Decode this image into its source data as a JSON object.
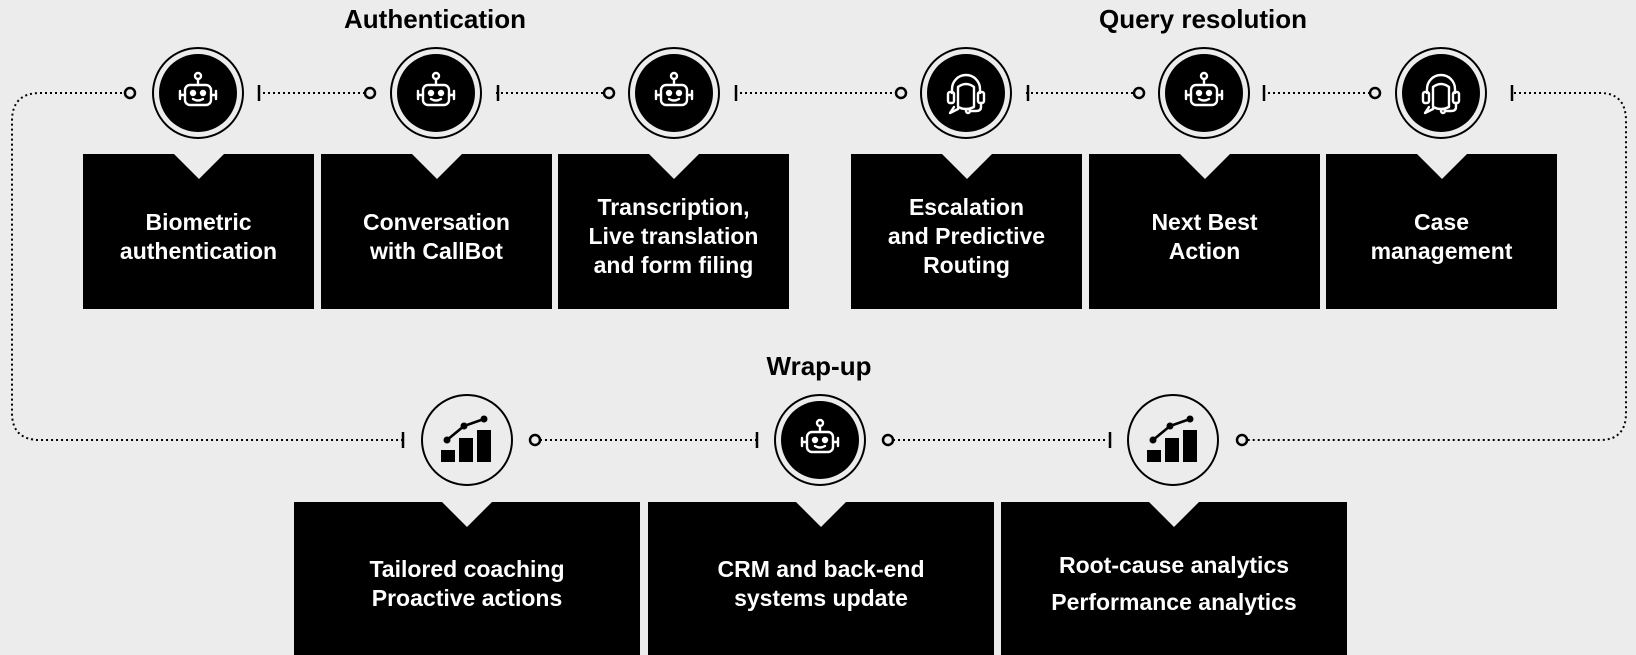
{
  "sections": {
    "authentication": "Authentication",
    "query_resolution": "Query resolution",
    "wrap_up": "Wrap-up"
  },
  "icons": {
    "robot": "robot-icon",
    "headset": "headset-agent-icon",
    "analytics": "analytics-chart-icon"
  },
  "top_steps": [
    {
      "lines": [
        "Biometric",
        "authentication"
      ],
      "icon": "robot"
    },
    {
      "lines": [
        "Conversation",
        "with CallBot"
      ],
      "icon": "robot"
    },
    {
      "lines": [
        "Transcription,",
        "Live translation",
        "and form filing"
      ],
      "icon": "robot"
    },
    {
      "lines": [
        "Escalation",
        "and Predictive",
        "Routing"
      ],
      "icon": "headset"
    },
    {
      "lines": [
        "Next Best",
        "Action"
      ],
      "icon": "robot"
    },
    {
      "lines": [
        "Case",
        "management"
      ],
      "icon": "headset"
    }
  ],
  "bottom_steps": [
    {
      "lines": [
        "Tailored coaching",
        "Proactive actions"
      ],
      "icon": "analytics"
    },
    {
      "lines": [
        "CRM and back-end",
        "systems update"
      ],
      "icon": "robot"
    },
    {
      "lines": [
        "Root-cause analytics",
        "Performance analytics"
      ],
      "icon": "analytics"
    }
  ],
  "colors": {
    "background": "#ececec",
    "card": "#000000",
    "card_text": "#ffffff"
  }
}
